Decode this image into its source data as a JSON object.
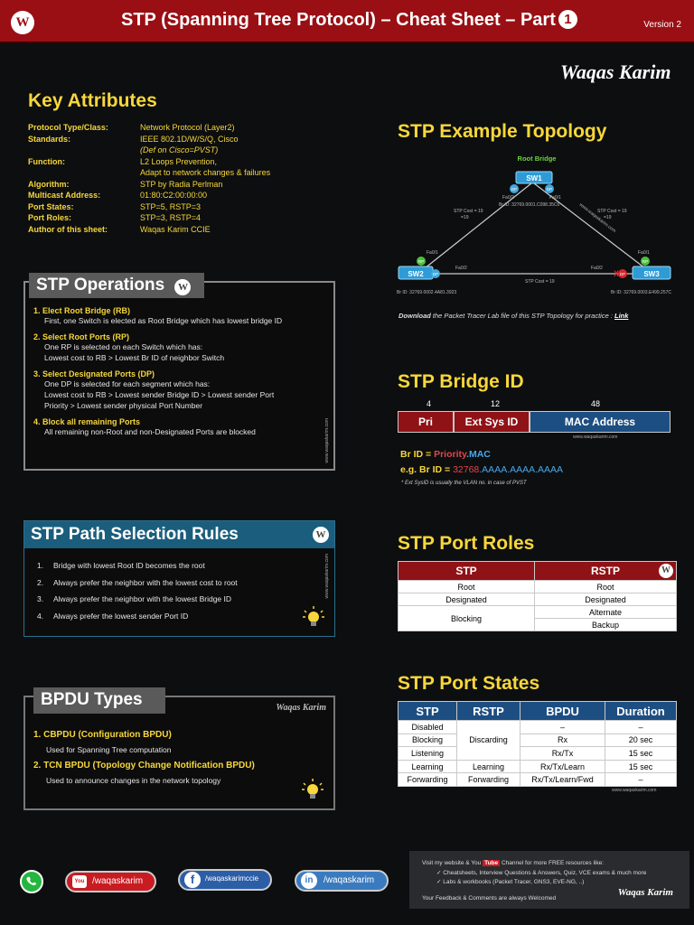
{
  "header": {
    "title": "STP (Spanning Tree Protocol) – Cheat Sheet – Part",
    "part": "1",
    "version": "Version 2",
    "logo": "W"
  },
  "signature": "Waqas Karim",
  "key_attributes": {
    "title": "Key Attributes",
    "rows": [
      {
        "k": "Protocol Type/Class:",
        "v": "Network Protocol (Layer2)"
      },
      {
        "k": "Standards:",
        "v": "IEEE 802.1D/W/S/Q,  Cisco"
      },
      {
        "k": "",
        "v": "(Def on Cisco=PVST)",
        "italic": true
      },
      {
        "k": "Function:",
        "v": "L2 Loops Prevention,"
      },
      {
        "k": "",
        "v": "Adapt to network changes & failures"
      },
      {
        "k": "Algorithm:",
        "v": "STP by Radia Perlman"
      },
      {
        "k": "Multicast Address:",
        "v": "01:80:C2:00:00:00"
      },
      {
        "k": "Port States:",
        "v": "STP=5, RSTP=3"
      },
      {
        "k": "Port Roles:",
        "v": "STP=3, RSTP=4"
      },
      {
        "k": "Author of this sheet:",
        "v": "Waqas Karim CCIE"
      }
    ]
  },
  "operations": {
    "title": "STP Operations",
    "side": "www.waqaskarim.com",
    "items": [
      {
        "h": "1. Elect Root Bridge (RB)",
        "lines": [
          "First, one Switch is elected as Root Bridge which has lowest bridge ID"
        ]
      },
      {
        "h": "2. Select Root Ports (RP)",
        "lines": [
          "One RP is selected on each Switch which has:",
          "Lowest cost to RB > Lowest Br ID of neighbor Switch"
        ]
      },
      {
        "h": "3. Select Designated Ports (DP)",
        "lines": [
          "One DP is selected for each segment which has:",
          "Lowest cost to RB > Lowest sender Bridge ID > Lowest sender Port",
          "Priority > Lowest sender physical Port Number"
        ]
      },
      {
        "h": "4. Block all remaining Ports",
        "lines": [
          "All remaining non-Root and non-Designated Ports are blocked"
        ]
      }
    ]
  },
  "path_rules": {
    "title": "STP Path Selection Rules",
    "side": "www.waqaskarim.com",
    "items": [
      {
        "n": "1.",
        "t": "Bridge with lowest Root ID becomes the root"
      },
      {
        "n": "2.",
        "t": "Always prefer the neighbor with the lowest cost to root"
      },
      {
        "n": "3.",
        "t": "Always prefer the neighbor with the lowest Bridge ID"
      },
      {
        "n": "4.",
        "t": "Always prefer the lowest sender Port ID"
      }
    ]
  },
  "bpdu": {
    "title": "BPDU Types",
    "items": [
      {
        "h": "1. CBPDU (Configuration BPDU)",
        "d": "Used for Spanning Tree computation"
      },
      {
        "h": "2. TCN BPDU (Topology Change Notification BPDU)",
        "d": "Used to announce changes in the network topology"
      }
    ]
  },
  "topology": {
    "title": "STP Example Topology",
    "root_label": "Root Bridge",
    "sw1": "SW1",
    "sw2": "SW2",
    "sw3": "SW3",
    "sw1_brid": "Br ID: 32769.0001.C098.35C6",
    "sw2_brid": "Br ID: 32769.0002.4A81.3923",
    "sw3_brid": "Br ID: 32769.0003.E499.257C",
    "cost_left": "STP Cost = 19",
    "cost_right": "STP Cost = 19",
    "cost_bottom": "STP Cost = 19",
    "fa02": "Fa0/2",
    "fa01": "Fa0/1",
    "dp": "DP",
    "rp": "RP",
    "watermark": "www.waqaskarim.com",
    "download_prefix": "Download",
    "download_text": " the Packet Tracer Lab file of this STP Topology for practice : ",
    "link": "Link"
  },
  "bridge_id": {
    "title": "STP Bridge ID",
    "bits": [
      "4",
      "12",
      "48"
    ],
    "fields": [
      "Pri",
      "Ext Sys ID",
      "MAC Address"
    ],
    "site": "www.waqaskarim.com",
    "formula_a": "Br ID = ",
    "formula_b": "Priority",
    "formula_c": ".MAC",
    "eg_a": "e.g.   Br ID = ",
    "eg_b": "32768",
    "eg_c": ".AAAA.AAAA.AAAA",
    "note": "* Ext SysID is usually the VLAN no. in case of PVST"
  },
  "port_roles": {
    "title": "STP Port Roles",
    "headers": [
      "STP",
      "RSTP"
    ],
    "rows": [
      [
        "Root",
        "Root"
      ],
      [
        "Designated",
        "Designated"
      ],
      [
        "Blocking",
        "Alternate"
      ],
      [
        "",
        "Backup"
      ]
    ]
  },
  "port_states": {
    "title": "STP Port States",
    "headers": [
      "STP",
      "RSTP",
      "BPDU",
      "Duration"
    ],
    "stp": [
      "Disabled",
      "Blocking",
      "Listening",
      "Learning",
      "Forwarding"
    ],
    "rstp": [
      "Discarding",
      "Learning",
      "Forwarding"
    ],
    "bpdu": [
      "–",
      "Rx",
      "Rx/Tx",
      "Rx/Tx/Learn",
      "Rx/Tx/Learn/Fwd"
    ],
    "duration": [
      "–",
      "20 sec",
      "15 sec",
      "15 sec",
      "–"
    ],
    "site": "www.waqaskarim.com"
  },
  "social": {
    "youtube": "/waqaskarim",
    "facebook": "/waqaskarimccie",
    "linkedin": "/waqaskarim",
    "yt": "You",
    "in": "in",
    "f": "f"
  },
  "footer": {
    "line1a": "Visit my website & You",
    "line1yt": "Tube",
    "line1b": " Channel for more FREE resources like:",
    "b1": "Cheatsheets, Interview Questions & Answers, Quiz, VCE exams & much more",
    "b2": "Labs & workbooks (Packet Tracer, GNS3, EVE-NG, ..)",
    "feedback": "Your Feedback & Comments are always Welcomed",
    "sig": "Waqas Karim",
    "check": "✓"
  },
  "colors": {
    "header": "#9a0f14",
    "yellow": "#f7d73a",
    "blue": "#1d4e82",
    "teal": "#1b5d7c"
  }
}
